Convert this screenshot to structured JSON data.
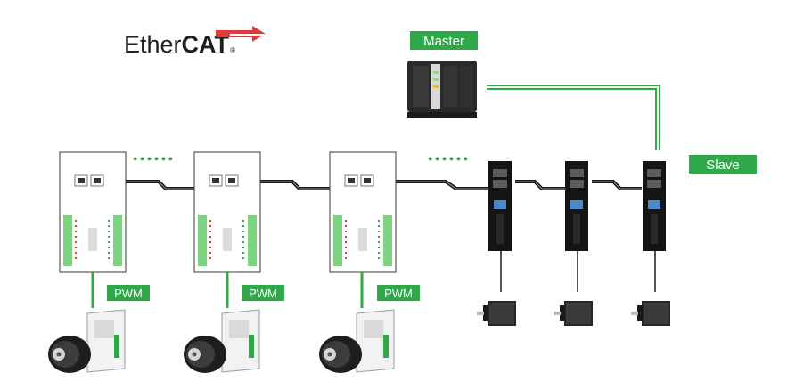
{
  "logo": {
    "brand_regular": "Ether",
    "brand_bold": "CAT",
    "registered": "®"
  },
  "labels": {
    "master": "Master",
    "slave": "Slave",
    "pwm": [
      "PWM",
      "PWM",
      "PWM"
    ],
    "continuation_dots": "● ● ● ● ● ●"
  },
  "colors": {
    "accent_green": "#2fa84a",
    "cable_dark": "#1a1a1a",
    "cable_light": "#8f8f8f",
    "module_border": "#3a3a3a",
    "terminal_green": "#7dd37f",
    "drive_black": "#141414",
    "drive_blue": "#4a88c9",
    "logo_arrow_red": "#e03a3a"
  },
  "icons": {
    "master": "plc-controller-icon",
    "io_module": "ethercat-io-module-icon",
    "stepper_drive": "stepper-drive-icon",
    "servo_motor": "servo-motor-icon",
    "stepper_motor": "stepper-motor-icon",
    "pwm_driver": "pwm-driver-icon"
  }
}
